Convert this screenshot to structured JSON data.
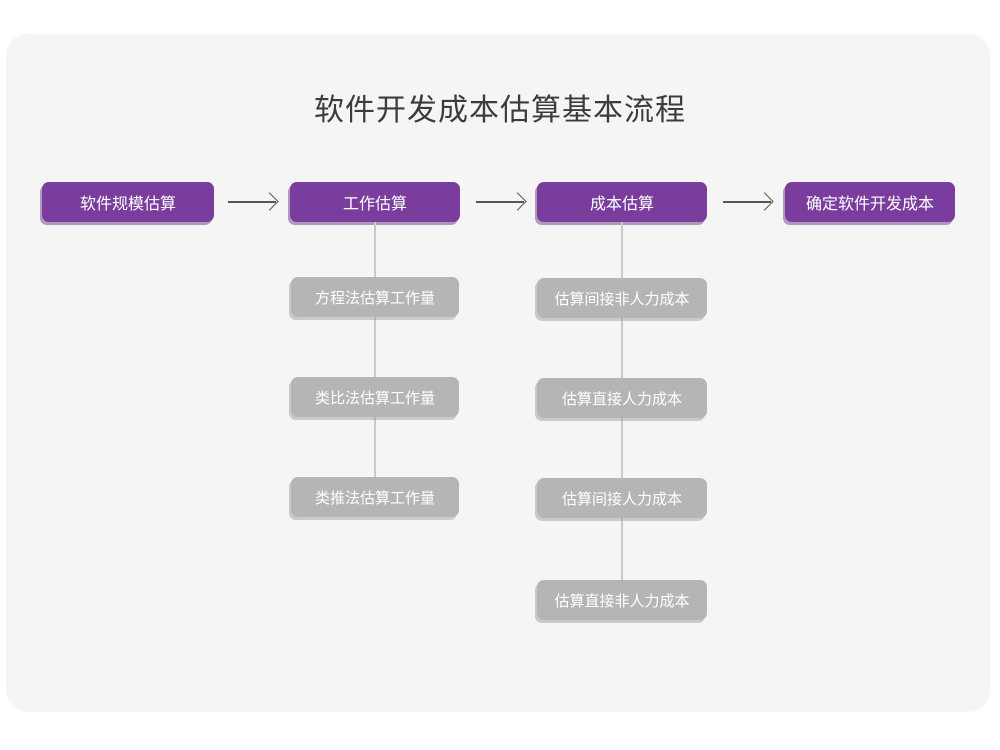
{
  "page": {
    "background": "#ffffff",
    "card_background": "#f5f5f5",
    "accent_color": "#7a3d9e",
    "secondary_color": "#b5b5b5",
    "title_color": "#3c3c3c",
    "connector_color": "#c9c9c9",
    "arrow_color": "#555555"
  },
  "diagram": {
    "title": "软件开发成本估算基本流程",
    "type": "flowchart",
    "main_flow": [
      {
        "id": "step-1",
        "label": "软件规模估算"
      },
      {
        "id": "step-2",
        "label": "工作估算"
      },
      {
        "id": "step-3",
        "label": "成本估算"
      },
      {
        "id": "step-4",
        "label": "确定软件开发成本"
      }
    ],
    "arrows": [
      {
        "id": "arrow-1",
        "from": "step-1",
        "to": "step-2",
        "glyph": "→"
      },
      {
        "id": "arrow-2",
        "from": "step-2",
        "to": "step-3",
        "glyph": "→"
      },
      {
        "id": "arrow-3",
        "from": "step-3",
        "to": "step-4",
        "glyph": "→"
      }
    ],
    "branches": [
      {
        "parent": "step-2",
        "items": [
          {
            "id": "effort-1",
            "label": "方程法估算工作量"
          },
          {
            "id": "effort-2",
            "label": "类比法估算工作量"
          },
          {
            "id": "effort-3",
            "label": "类推法估算工作量"
          }
        ]
      },
      {
        "parent": "step-3",
        "items": [
          {
            "id": "cost-1",
            "label": "估算间接非人力成本"
          },
          {
            "id": "cost-2",
            "label": "估算直接人力成本"
          },
          {
            "id": "cost-3",
            "label": "估算间接人力成本"
          },
          {
            "id": "cost-4",
            "label": "估算直接非人力成本"
          }
        ]
      }
    ]
  }
}
